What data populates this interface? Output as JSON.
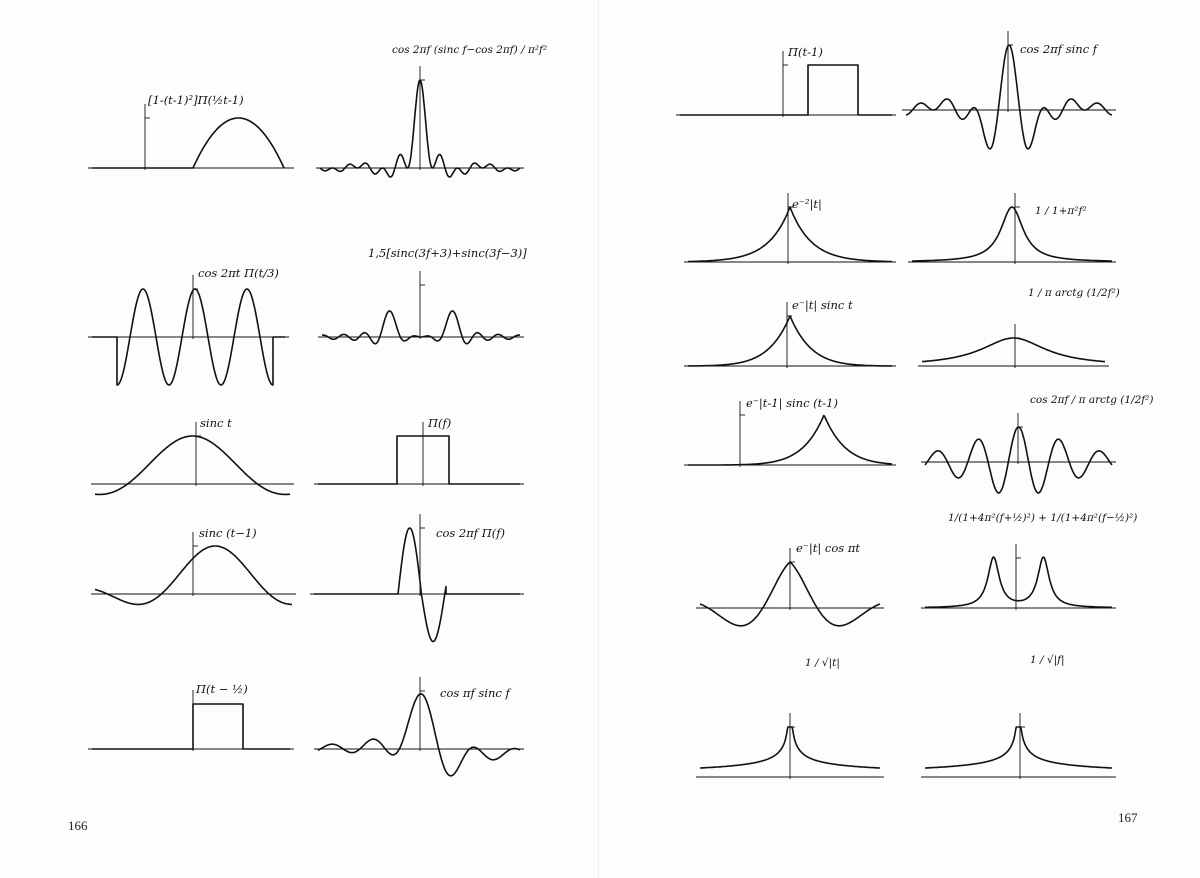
{
  "left_page": {
    "page_number": "166",
    "panels": [
      {
        "id": "l1a",
        "kind": "time",
        "label": "[1-(t-1)²]Π(½t-1)"
      },
      {
        "id": "l1b",
        "kind": "frequency",
        "label": "cos 2πf (sinc f−cos 2πf) / π²f²"
      },
      {
        "id": "l2a",
        "kind": "time",
        "label": "cos 2πt Π(t/3)"
      },
      {
        "id": "l2b",
        "kind": "frequency",
        "label": "1,5[sinc(3f+3)+sinc(3f−3)]"
      },
      {
        "id": "l3a",
        "kind": "time",
        "label": "sinc t"
      },
      {
        "id": "l3b",
        "kind": "frequency",
        "label": "Π(f)"
      },
      {
        "id": "l4a",
        "kind": "time",
        "label": "sinc (t−1)"
      },
      {
        "id": "l4b",
        "kind": "frequency",
        "label": "cos 2πf Π(f)"
      },
      {
        "id": "l5a",
        "kind": "time",
        "label": "Π(t − ½)"
      },
      {
        "id": "l5b",
        "kind": "frequency",
        "label": "cos πf sinc f"
      }
    ]
  },
  "right_page": {
    "page_number": "167",
    "panels": [
      {
        "id": "r1a",
        "kind": "time",
        "label": "Π(t-1)"
      },
      {
        "id": "r1b",
        "kind": "frequency",
        "label": "cos 2πf sinc f"
      },
      {
        "id": "r2a",
        "kind": "time",
        "label": "e⁻²|t|"
      },
      {
        "id": "r2b",
        "kind": "frequency",
        "label": "1 / 1+π²f²"
      },
      {
        "id": "r3a",
        "kind": "time",
        "label": "e⁻|t| sinc t"
      },
      {
        "id": "r3b",
        "kind": "frequency",
        "label": "1 / π arctg (1/2f²)"
      },
      {
        "id": "r4a",
        "kind": "time",
        "label": "e⁻|t-1| sinc (t-1)"
      },
      {
        "id": "r4b",
        "kind": "frequency",
        "label": "cos 2πf / π arctg (1/2f²)"
      },
      {
        "id": "r5a",
        "kind": "time",
        "label": "e⁻|t| cos πt"
      },
      {
        "id": "r5b",
        "kind": "frequency",
        "label": "1/(1+4π²(f+½)²) + 1/(1+4π²(f−½)²)"
      },
      {
        "id": "r6a",
        "kind": "time",
        "label": "1 / √|t|"
      },
      {
        "id": "r6b",
        "kind": "frequency",
        "label": "1 / √|f|"
      }
    ]
  }
}
